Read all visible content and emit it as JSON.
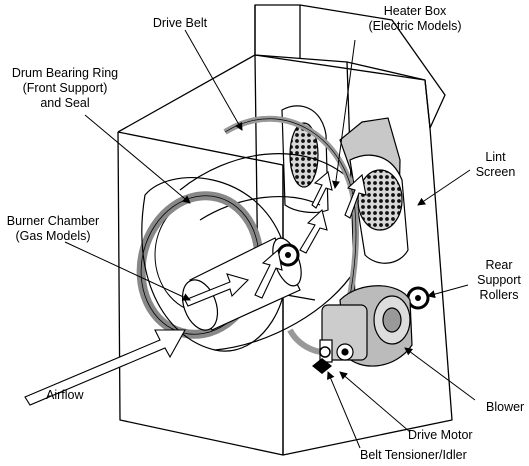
{
  "labels": {
    "drive_belt": "Drive Belt",
    "heater_box": "Heater Box\n(Electric Models)",
    "drum_bearing_ring": "Drum Bearing Ring\n(Front Support)\nand Seal",
    "lint_screen": "Lint\nScreen",
    "burner_chamber": "Burner Chamber\n(Gas Models)",
    "rear_support_rollers": "Rear\nSupport\nRollers",
    "airflow": "Airflow",
    "blower": "Blower",
    "drive_motor": "Drive Motor",
    "belt_tensioner": "Belt Tensioner/Idler"
  }
}
